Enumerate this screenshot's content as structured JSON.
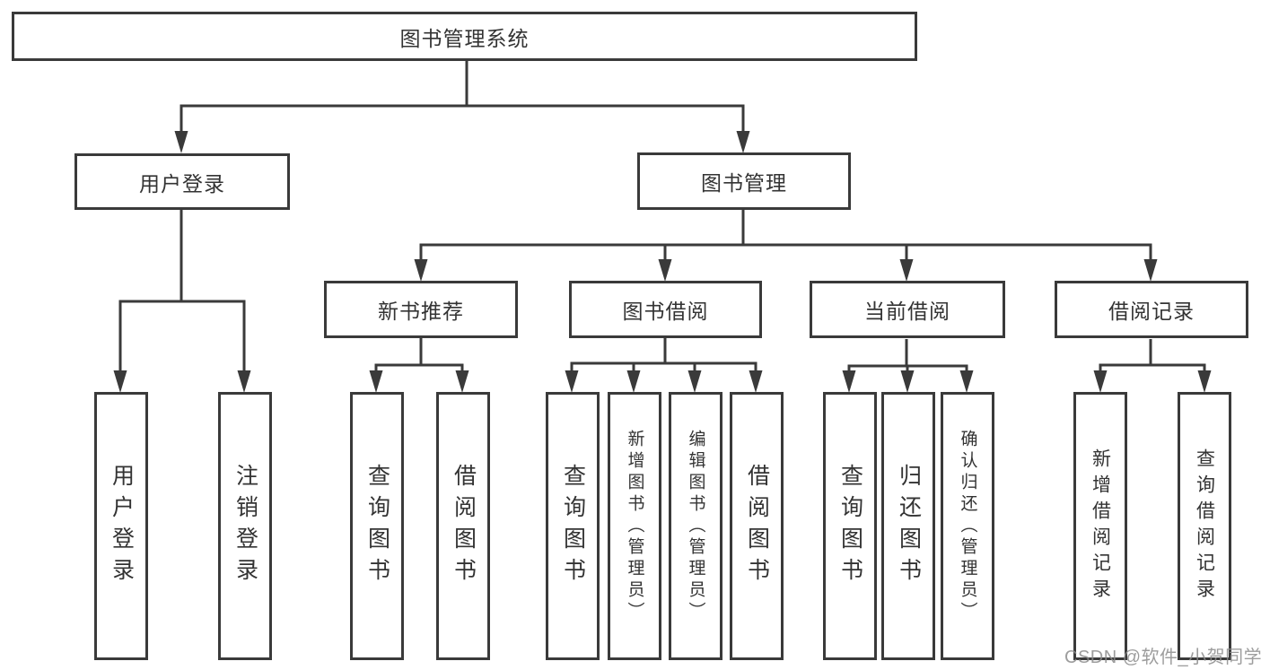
{
  "tree": {
    "root": {
      "label": "图书管理系统"
    },
    "branches": [
      {
        "label": "用户登录",
        "children": [
          {
            "label": "用户登录"
          },
          {
            "label": "注销登录"
          }
        ]
      },
      {
        "label": "图书管理",
        "children": [
          {
            "label": "新书推荐",
            "children": [
              {
                "label": "查询图书"
              },
              {
                "label": "借阅图书"
              }
            ]
          },
          {
            "label": "图书借阅",
            "children": [
              {
                "label": "查询图书"
              },
              {
                "label": "新增图书（管理员）"
              },
              {
                "label": "编辑图书（管理员）"
              },
              {
                "label": "借阅图书"
              }
            ]
          },
          {
            "label": "当前借阅",
            "children": [
              {
                "label": "查询图书"
              },
              {
                "label": "归还图书"
              },
              {
                "label": "确认归还（管理员）"
              }
            ]
          },
          {
            "label": "借阅记录",
            "children": [
              {
                "label": "新增借阅记录"
              },
              {
                "label": "查询借阅记录"
              }
            ]
          }
        ]
      }
    ]
  },
  "watermark": {
    "text": "CSDN @软件_小贺同学"
  },
  "colors": {
    "line": "#3a3a3a",
    "box_border": "#3a3a3a",
    "text": "#333333",
    "watermark": "#8c8c8c",
    "background": "#ffffff"
  }
}
